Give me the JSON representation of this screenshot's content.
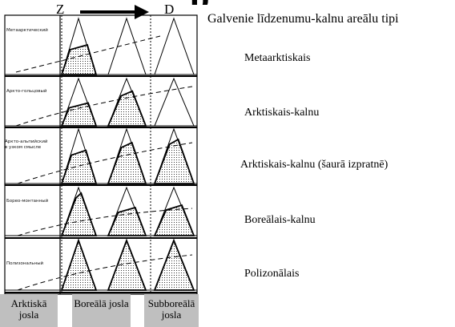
{
  "header": {
    "west_label": "Z",
    "east_label": "D",
    "title_fragment": "p",
    "title": "Galvenie līdzenumu-kalnu areālu tipi"
  },
  "rows": [
    {
      "ru_label": "Метаарктический",
      "label": "Metaarktiskais"
    },
    {
      "ru_label": "Аркто-гольцовый",
      "label": "Arktiskais-kalnu"
    },
    {
      "ru_label": "Аркто-альпийский\nв узком смысле",
      "label": "Arktiskais-kalnu (šaurā izpratnē)"
    },
    {
      "ru_label": "Борео-монтанный",
      "label": "Boreālais-kalnu"
    },
    {
      "ru_label": "Полизональный",
      "label": "Polizonālais"
    }
  ],
  "zones": [
    {
      "label": "Arktiskā josla"
    },
    {
      "label": "Boreālā josla"
    },
    {
      "label": "Subboreālā josla"
    }
  ]
}
